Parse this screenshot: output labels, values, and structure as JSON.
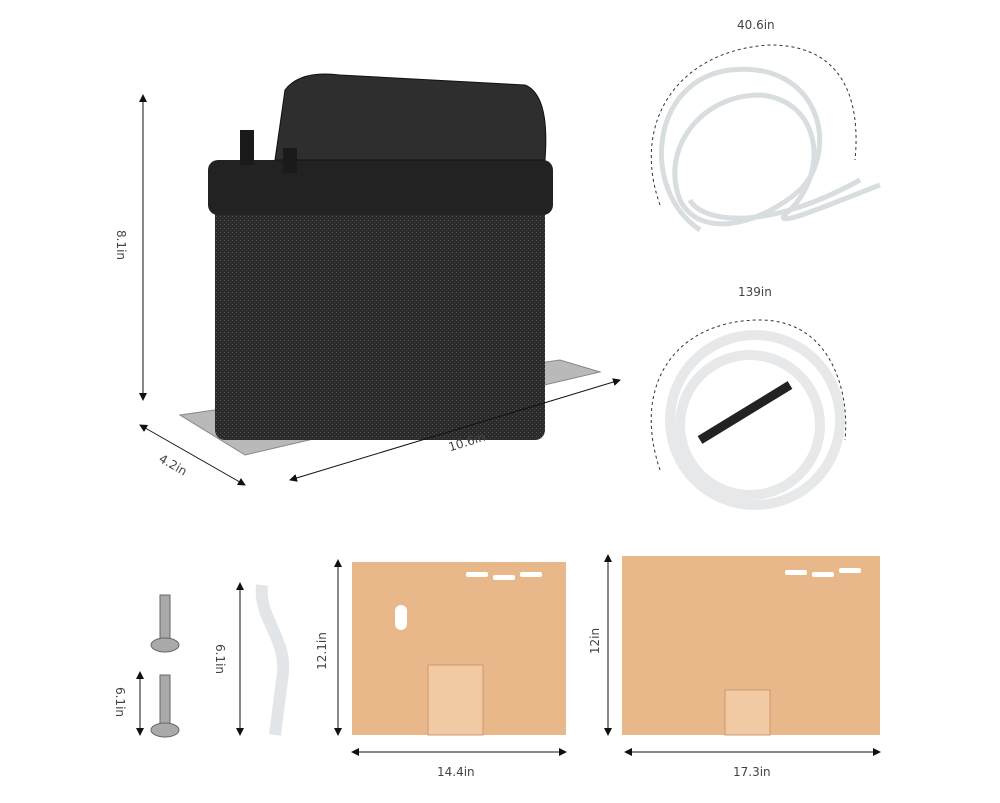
{
  "dimensions": {
    "pump_height": "8.1in",
    "pump_depth": "4.2in",
    "pump_length": "10.6in",
    "tube_length": "40.6in",
    "hose_length": "139in",
    "screw_length": "6.1in",
    "connector_length": "6.1in",
    "panel1_height": "12.1in",
    "panel1_width": "14.4in",
    "panel2_height": "12in",
    "panel2_width": "17.3in"
  },
  "colors": {
    "pump_body": "#2a2a2a",
    "panel": "#e9b88a",
    "dimension_line": "#111111",
    "label": "#444444"
  }
}
